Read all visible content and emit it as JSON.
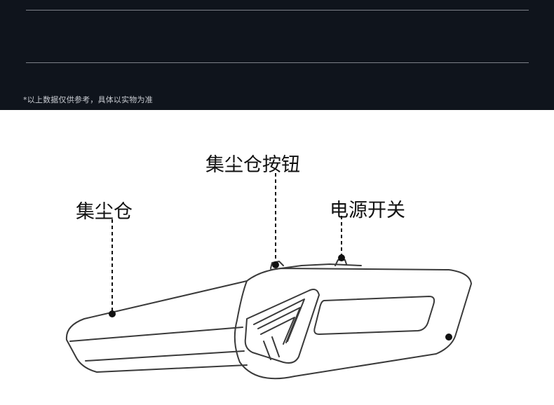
{
  "disclaimer": "*以上数据仅供参考，具体以实物为准",
  "callouts": {
    "dust_bin_button": "集尘仓按钮",
    "dust_bin": "集尘仓",
    "power_switch": "电源开关"
  },
  "colors": {
    "top_background": "#0f141c",
    "divider": "#7d8088",
    "outline": "#3a3a3a"
  }
}
